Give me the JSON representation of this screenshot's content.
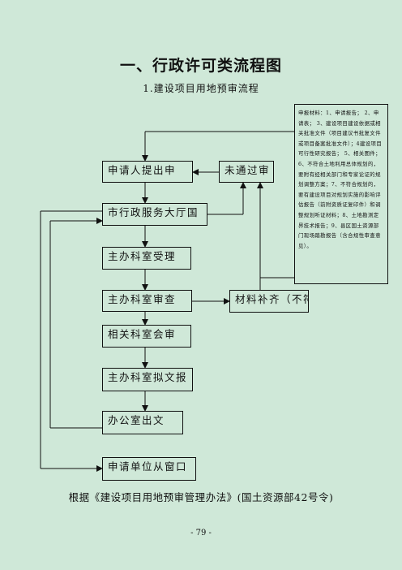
{
  "title": "一、行政许可类流程图",
  "subtitle": "1.建设项目用地预审流程",
  "nodes": {
    "apply": "申请人提出申",
    "hall": "市行政服务大厅国",
    "accept": "主办科室受理",
    "review": "主办科室审查",
    "joint": "相关科室会审",
    "draft": "主办科室拟文报",
    "office": "办公室出文",
    "window": "申请单位从窗口",
    "rejected": "未通过审",
    "supplement": "材料补齐（不符"
  },
  "notes": "申报材料：1、申请报告； 2、申请表； 3、建设项目建设依据或相关批准文件（项目建议书批复文件或项目备案批准文件）；4建设项目可行性研究报告； 5、相关图件；6、不符合土地利用总体规划的，要附有经相关部门和专家论证的规划调整方案；7、不符合规划的，要有建设项目对规划实施的影响评估报告（前附资质证复印件）和调整规划听证材料；8、土地勘测定界技术报告；9、县区国土资源部门现场踏勘报告（含合规性审查意见）。",
  "footer": "根据《建设项目用地预审管理办法》(国土资源部42号令)",
  "page_number": "- 79 -"
}
